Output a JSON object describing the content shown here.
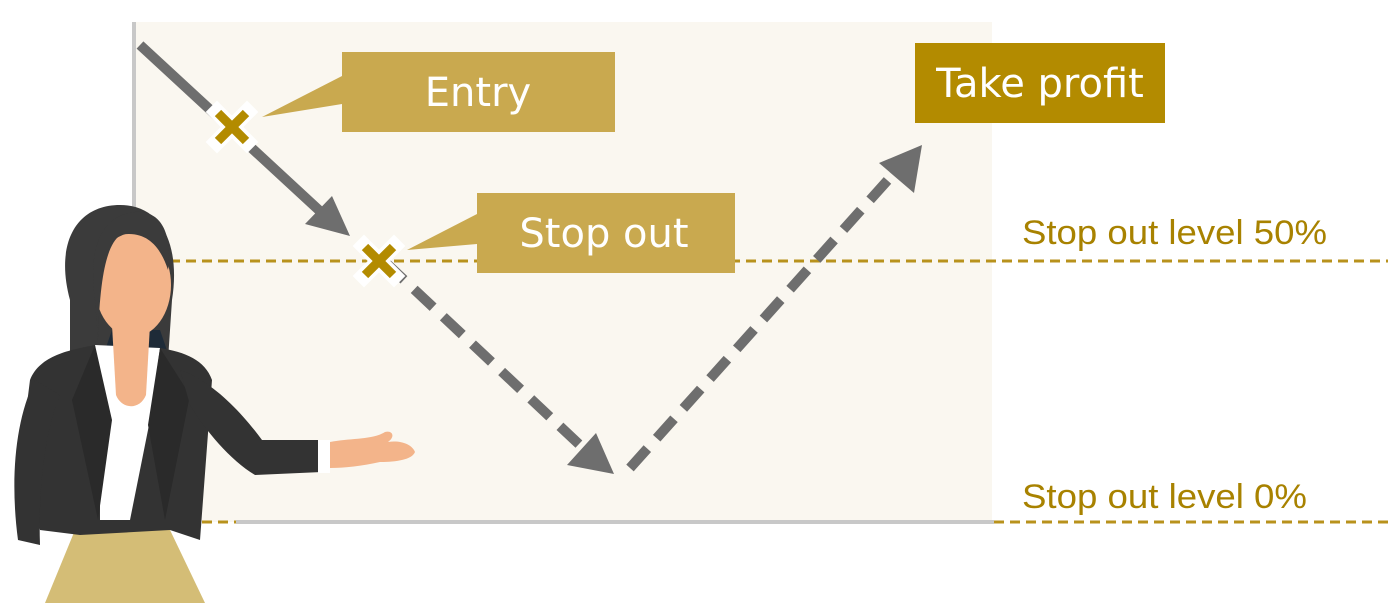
{
  "labels": {
    "entry": "Entry",
    "stop_out": "Stop out",
    "take_profit": "Take profit",
    "stop_out_level_50": "Stop out level 50%",
    "stop_out_level_0": "Stop out level 0%"
  },
  "colors": {
    "panel_bg": "#faf7f0",
    "axis": "#c8c8c8",
    "gold_callout": "#c9a94f",
    "gold_dark": "#b38b00",
    "arrow_gray": "#6e6e6e",
    "level_line": "#b8921c",
    "level_text": "#a88200"
  },
  "icons": [
    "entry-marker-x",
    "stop-out-marker-x",
    "arrow-head"
  ]
}
